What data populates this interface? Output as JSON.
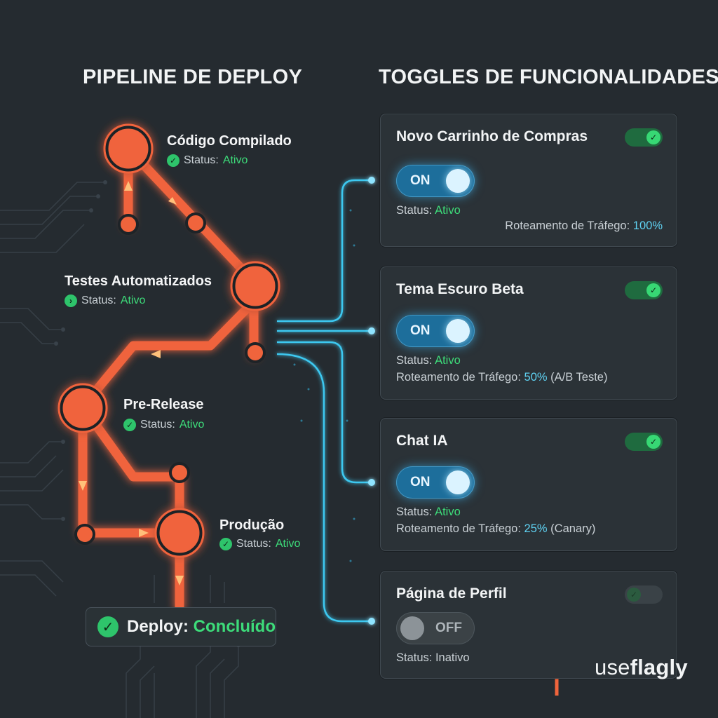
{
  "headings": {
    "pipeline": "PIPELINE DE DEPLOY",
    "toggles": "TOGGLES DE FUNCIONALIDADES"
  },
  "pipeline": {
    "status_prefix": "Status:",
    "stages": [
      {
        "title": "Código Compilado",
        "status": "Ativo"
      },
      {
        "title": "Testes Automatizados",
        "status": "Ativo"
      },
      {
        "title": "Pre-Release",
        "status": "Ativo"
      },
      {
        "title": "Produção",
        "status": "Ativo"
      }
    ],
    "deploy": {
      "label": "Deploy:",
      "status": "Concluído"
    }
  },
  "toggles": [
    {
      "name": "Novo Carrinho de Compras",
      "state": "ON",
      "status": "Ativo",
      "traffic_label": "Roteamento de Tráfego:",
      "traffic_pct": "100%",
      "traffic_note": "",
      "traffic_value": 1.0
    },
    {
      "name": "Tema Escuro Beta",
      "state": "ON",
      "status": "Ativo",
      "traffic_label": "Roteamento de Tráfego:",
      "traffic_pct": "50%",
      "traffic_note": "(A/B Teste)",
      "traffic_value": 0.5
    },
    {
      "name": "Chat IA",
      "state": "ON",
      "status": "Ativo",
      "traffic_label": "Roteamento de Tráfego:",
      "traffic_pct": "25%",
      "traffic_note": "(Canary)",
      "traffic_value": 0.25
    },
    {
      "name": "Página de Perfil",
      "state": "OFF",
      "status": "Inativo"
    }
  ],
  "logo": {
    "prefix": "use",
    "suffix": "flagly"
  },
  "colors": {
    "background": "#252b30",
    "pipeline_orange": "#f0643c",
    "active_green": "#3ddc7a",
    "flow_cyan": "#3cc8f0"
  },
  "icons": {
    "check": "check-circle-icon",
    "arrow": "arrow-right-icon",
    "logo": "useflagly-logo-icon"
  }
}
